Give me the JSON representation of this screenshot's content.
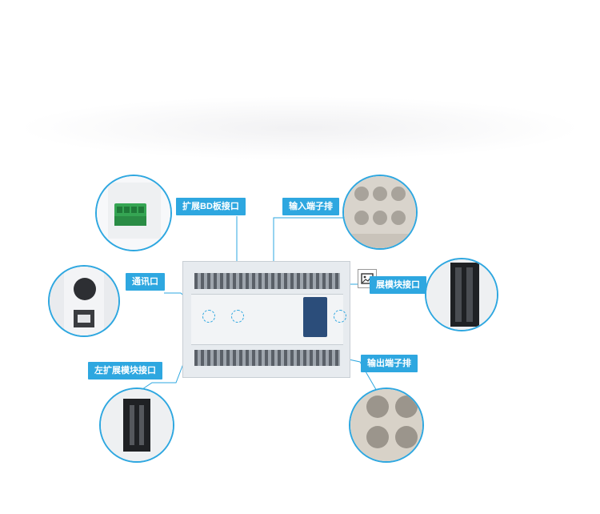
{
  "labels": {
    "bd_board_port": "扩展BD板接口",
    "input_terminal": "输入端子排",
    "comm_port": "通讯口",
    "right_expansion_port": "展模块接口",
    "left_expansion_port": "左扩展模块接口",
    "output_terminal": "输出端子排"
  },
  "icons": {
    "image_placeholder": "image-icon"
  },
  "colors": {
    "accent": "#2ea7e0",
    "module_blue": "#2b4d7a"
  }
}
